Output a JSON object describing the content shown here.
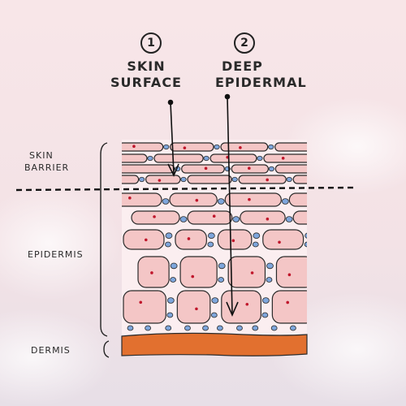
{
  "callouts": [
    {
      "number": "1",
      "line1": "SKIN",
      "line2": "SURFACE"
    },
    {
      "number": "2",
      "line1": "DEEP",
      "line2": "EPIDERMAL"
    }
  ],
  "layers": {
    "skin_barrier_line1": "SKIN",
    "skin_barrier_line2": "BARRIER",
    "epidermis": "EPIDERMIS",
    "dermis": "DERMIS"
  },
  "colors": {
    "background_top": "#f7e3e6",
    "background_bottom": "#e6dfe6",
    "cell_fill": "#f4c6c6",
    "cell_outline": "#2b2b2b",
    "nucleus": "#c0162b",
    "droplet": "#7ea6dc",
    "dermis_fill": "#e2702f",
    "ink": "#1e1e1e"
  }
}
